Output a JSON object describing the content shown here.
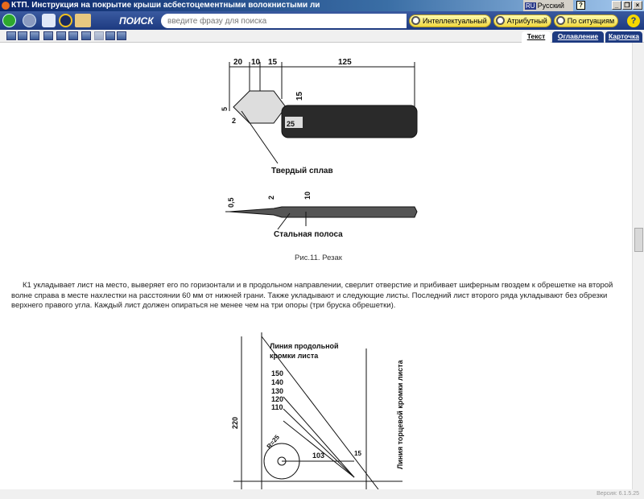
{
  "window": {
    "title": "КТП. Инструкция на покрытие крыши асбестоцементными волокнистыми ли",
    "language_code": "RU",
    "language": "Русский",
    "help": "?",
    "minimize": "_",
    "restore": "❐",
    "close": "×"
  },
  "searchbar": {
    "label": "ПОИСК",
    "placeholder": "введите фразу для поиска",
    "buttons": [
      "Интеллектуальный",
      "Атрибутный",
      "По ситуациям"
    ],
    "help": "?"
  },
  "tabs": [
    {
      "label": "Текст",
      "active": true
    },
    {
      "label": "Оглавление"
    },
    {
      "label": "Карточка"
    }
  ],
  "figure1": {
    "dims": [
      "20",
      "10",
      "15",
      "125",
      "15",
      "5",
      "2",
      "25"
    ],
    "label": "Твердый сплав"
  },
  "figure2": {
    "dims": [
      "0,5",
      "2",
      "10"
    ],
    "label": "Стальная полоса",
    "caption": "Рис.11. Резак"
  },
  "paragraph": "К1 укладывает лист на место, выверяет его по горизонтали и в продольном направлении, сверлит отверстие и прибивает шиферным гвоздем к обрешетке на второй волне справа в месте нахлестки на расстоянии 60 мм от нижней грани. Также укладывают и следующие листы. Последний лист второго ряда укладывают без обрезки верхнего правого угла. Каждый лист должен опираться не менее чем на три опоры (три бруска обрешетки).",
  "figure3": {
    "label_top_1": "Линия продольной",
    "label_top_2": "кромки листа",
    "marks": [
      "150",
      "140",
      "130",
      "120",
      "110"
    ],
    "height": "220",
    "radius": "R=25",
    "width": "103",
    "offset": "15",
    "label_side": "Линия торцевой кромки листа"
  },
  "status": {
    "version": "Версия: 6.1.5.25"
  },
  "colors": {
    "titlebar": "#0a246a",
    "searchbar": "#1d3a80",
    "button": "#f0d840"
  }
}
